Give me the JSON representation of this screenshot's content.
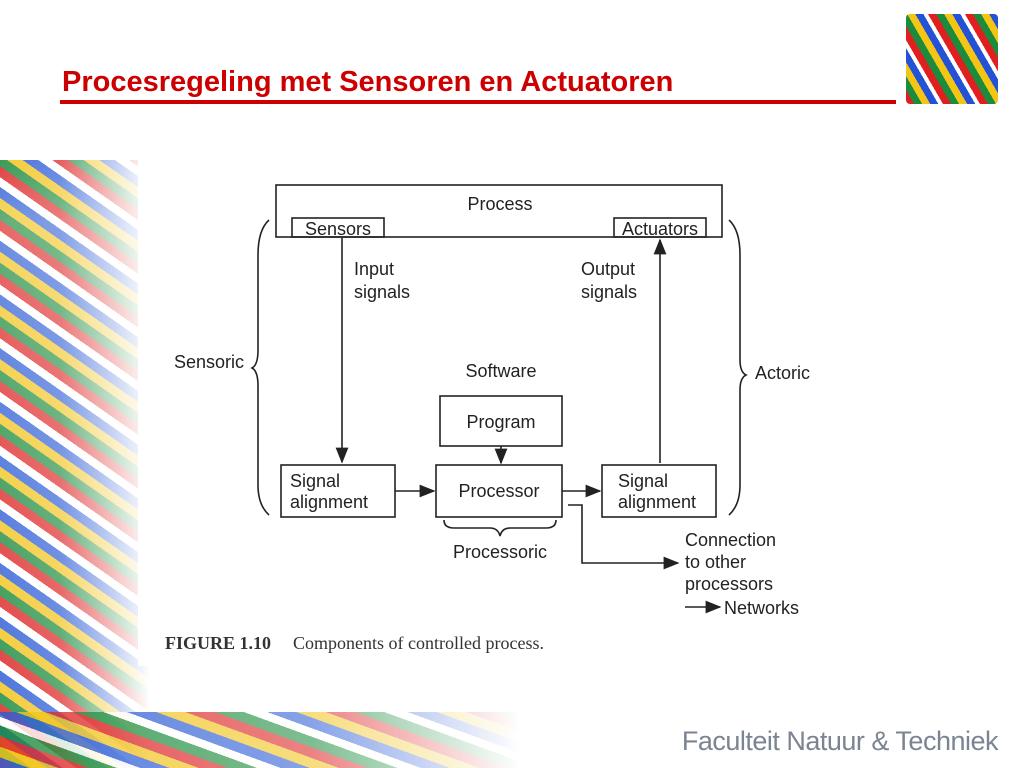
{
  "slide": {
    "title": "Procesregeling met  Sensoren en Actuatoren",
    "footer": "Faculteit  Natuur & Techniek"
  },
  "diagram": {
    "process": "Process",
    "sensors": "Sensors",
    "actuators": "Actuators",
    "input_signals": [
      "Input",
      "signals"
    ],
    "output_signals": [
      "Output",
      "signals"
    ],
    "sensoric": "Sensoric",
    "actoric": "Actoric",
    "software": "Software",
    "program": "Program",
    "processor": "Processor",
    "signal_alignment_left": [
      "Signal",
      "alignment"
    ],
    "signal_alignment_right": [
      "Signal",
      "alignment"
    ],
    "processoric": "Processoric",
    "connection": [
      "Connection",
      "to other",
      "processors"
    ],
    "networks": "Networks"
  },
  "caption": {
    "label": "FIGURE 1.10",
    "text": "Components of controlled process."
  }
}
